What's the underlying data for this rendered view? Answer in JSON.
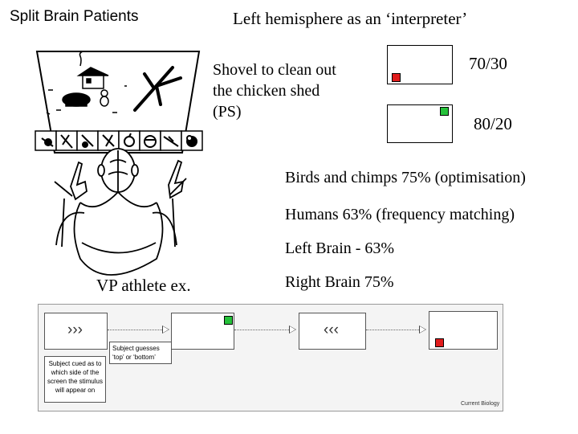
{
  "title_left": "Split Brain Patients",
  "title_right": "Left hemisphere as an ‘interpreter’",
  "shovel_text": "Shovel to clean out the chicken shed (PS)",
  "ratio_1": "70/30",
  "ratio_2": "80/20",
  "bullets": [
    "Birds and chimps 75% (optimisation)",
    "Humans 63% (frequency matching)",
    "Left Brain - 63%",
    "Right Brain 75%"
  ],
  "vp_label": "VP athlete ex.",
  "experiment": {
    "cue_right": "›››",
    "cue_left": "‹‹‹",
    "cue_caption": "Subject cued as to which side of the screen the stimulus will appear on",
    "guess_caption": "Subject guesses ‘top’ or ‘bottom’",
    "source": "Current Biology"
  },
  "colors": {
    "red": "#e01b1b",
    "green": "#25c13a"
  }
}
